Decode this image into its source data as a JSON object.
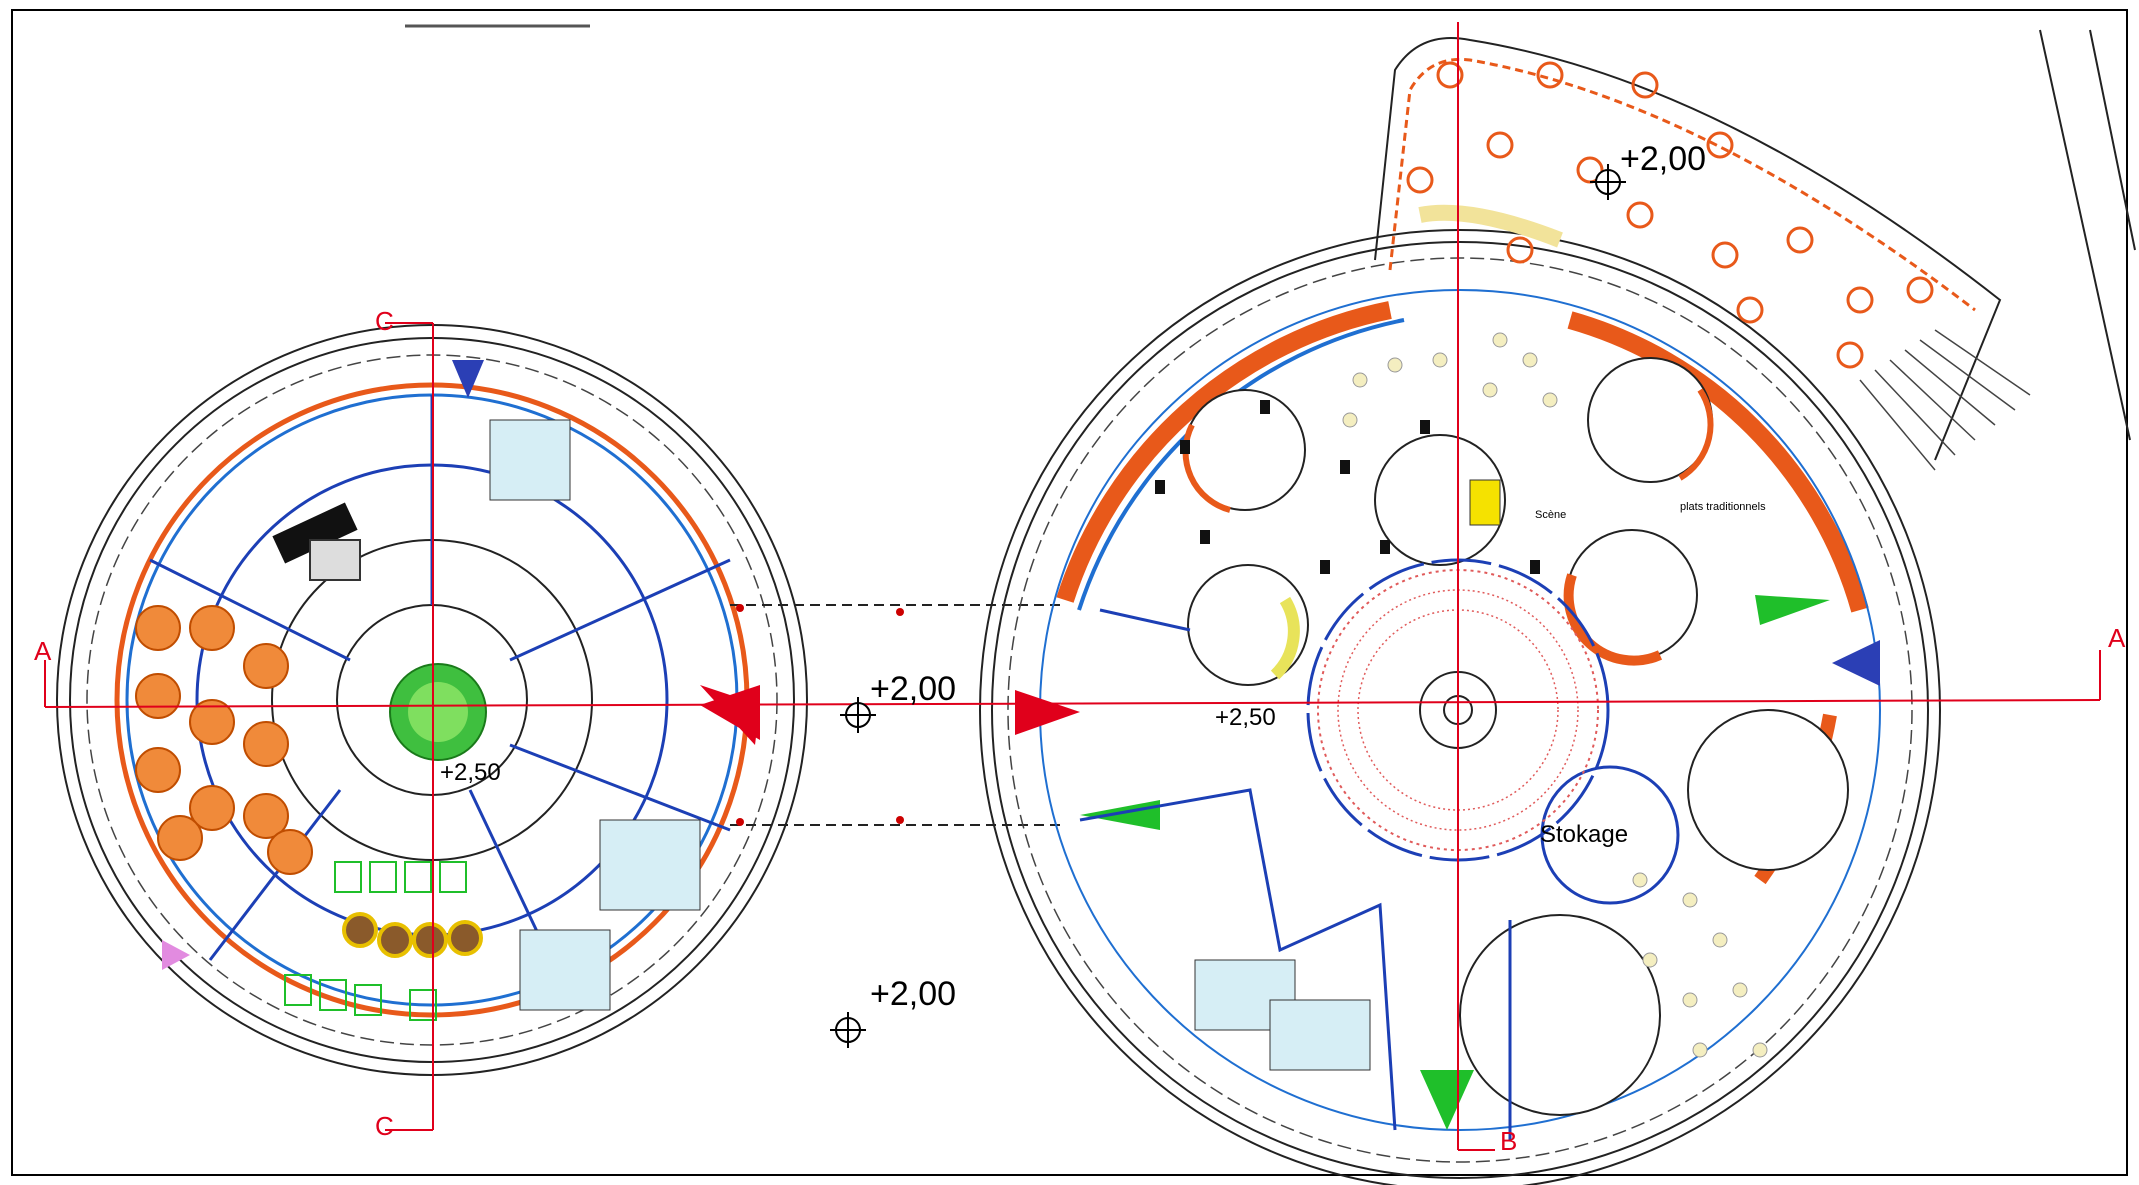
{
  "plan": {
    "section_markers": {
      "a_left": "A",
      "a_right": "A",
      "c_top": "C",
      "c_bottom": "C",
      "b_bottom": "B"
    },
    "levels": {
      "terrace": "+2,00",
      "between": "+2,00",
      "lower_center": "+2,00",
      "left_inner": "+2,50",
      "right_inner": "+2,50"
    },
    "rooms": {
      "storage": "Stokage",
      "scene": "Scène",
      "traditional": "plats traditionnels"
    },
    "colors": {
      "wall": "#e8591a",
      "section_line": "#e0001b",
      "blue_wall": "#1f6fd1",
      "green": "#1fbf2a",
      "navy": "#1c3fb5"
    }
  }
}
